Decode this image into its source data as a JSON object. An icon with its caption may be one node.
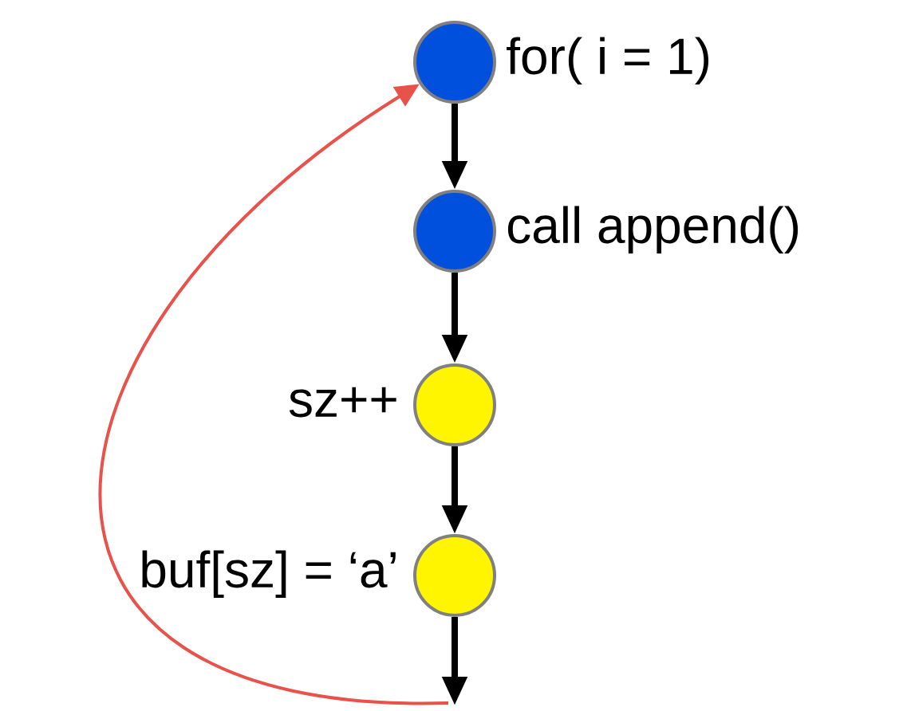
{
  "diagram": {
    "nodes": [
      {
        "text": [],
        "shape": "circle",
        "beside": [
          "for( i = 1)"
        ]
      },
      {
        "text": [],
        "shape": "circle",
        "beside": [
          "call append()"
        ]
      },
      {
        "text": [],
        "shape": "circle",
        "beside": [
          "sz++"
        ]
      },
      {
        "text": [],
        "shape": "circle",
        "beside": [
          "buf[sz] = ‘a’"
        ]
      }
    ],
    "edges": [
      {
        "from": 0,
        "to": 1,
        "arrow": "to"
      },
      {
        "from": 1,
        "to": 2,
        "arrow": "to"
      },
      {
        "from": 2,
        "to": 3,
        "arrow": "to"
      },
      {
        "from": 3,
        "to": null,
        "arrow": "to"
      },
      {
        "from": null,
        "to": 0,
        "arrow": "to",
        "color": "#e8524a"
      }
    ]
  }
}
